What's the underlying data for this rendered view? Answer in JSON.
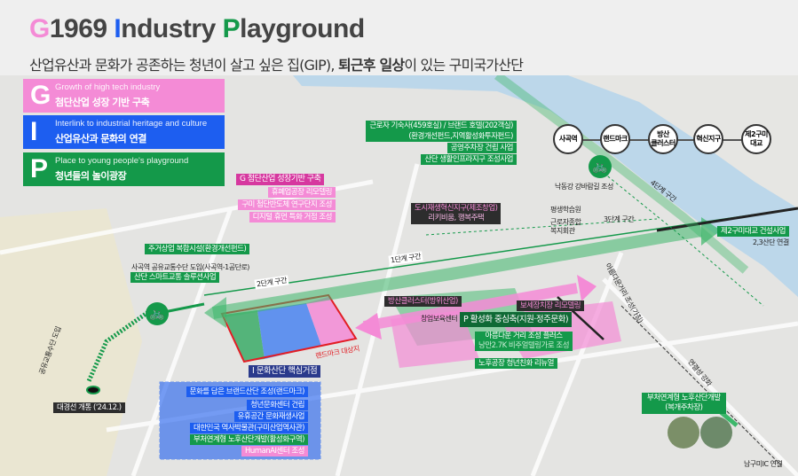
{
  "header": {
    "title_g": "G",
    "title_1": "1969 ",
    "title_i": "I",
    "title_2": "ndustry ",
    "title_p": "P",
    "title_3": "layground",
    "subtitle_a": "산업유산과 문화가 공존하는 청년이 살고 싶은 집(GIP), ",
    "subtitle_b": "퇴근후 일상",
    "subtitle_c": "이 있는 구미국가산단"
  },
  "colors": {
    "g": "#f48bd6",
    "i": "#1d5ef0",
    "p": "#14994a"
  },
  "legend": [
    {
      "letter": "G",
      "en": "Growth of high tech industry",
      "ko": "첨단산업 성장 기반 구축"
    },
    {
      "letter": "I",
      "en": "Interlink to industrial heritage and culture",
      "ko": "산업유산과 문화의 연결"
    },
    {
      "letter": "P",
      "en": "Place to young people's playground",
      "ko": "청년들의 놀이광장"
    }
  ],
  "g_block": {
    "title": "G 첨단산업 성장기반 구축",
    "items": [
      "휴폐업공장 리모델링",
      "구미 첨단반도체 연구단지 조성",
      "디지털 휴먼 특화 거점 조성"
    ]
  },
  "top_labels": {
    "dorm": "근로자 기숙사(459호실) / 브랜드 호텔(202객실)",
    "dorm_sub": "(환경개선펀드,지역활성화투자펀드)",
    "parking": "공영주차장 건립 사업",
    "infra": "산단 생활인프라지구 조성사업"
  },
  "nodes": [
    "사곡역",
    "랜드마크",
    "방산\n클러스터",
    "혁신지구",
    "제2구미\n대교"
  ],
  "river_path": "낙동강 강바람길 조성",
  "stages": {
    "s1": "1단계 구간",
    "s2": "2단계 구간",
    "s3": "3단계 구간",
    "s4": "4단계 구간"
  },
  "regen": {
    "title": "도시재생혁신지구(제조창업)",
    "sub": "리키비움, 행복주택"
  },
  "facilities": {
    "learning": "평생학습원",
    "welfare_1": "근로자종합",
    "welfare_2": "복지회관",
    "incubator": "창업보육센터"
  },
  "bridge": {
    "title": "제2구미대교 건설사업",
    "sub": "2,3산단 연결"
  },
  "west": {
    "housing": "주거상업 복합시설(환경개선펀드)",
    "shared": "사곡역 공유교통수단 도입(사곡역-1공단로)",
    "smart": "산단 스마트교통 솔루션사업",
    "vertical": "공유교통수단 도입",
    "opening": "대경선 개통 ('24.12.)"
  },
  "cluster": {
    "defense": "방산클러스터(방위산업)",
    "bonded": "보세장치장 리모델링"
  },
  "p_block": {
    "title": "P 활성화 중심축(지원·정주문화)",
    "street": "아름다운 거리 조성 플러스",
    "street_sub": "낭만2.7K 비주얼텔링가로 조성",
    "factory": "노후공장 청년친화 리뉴얼"
  },
  "landmark": "랜드마크 대상지",
  "i_block": {
    "title": "I 문화산단 핵심거점",
    "items": [
      "문화를 담은 브랜드산단 조성(랜드마크)",
      "청년문화센터 건립",
      "유휴공간 문화재생사업",
      "대한민국 역사박물관(구미산업역사관)",
      "부처연계형 노후산단개발(활성화구역)",
      "HumanAI센터 조성"
    ]
  },
  "east": {
    "street_road": "아름다운거리 조성(가칭)",
    "connect": "연결성 강화",
    "ministry": "부처연계형 노후산단개발",
    "ministry_sub": "(복개주차장)",
    "ic": "남구미IC 연결"
  }
}
